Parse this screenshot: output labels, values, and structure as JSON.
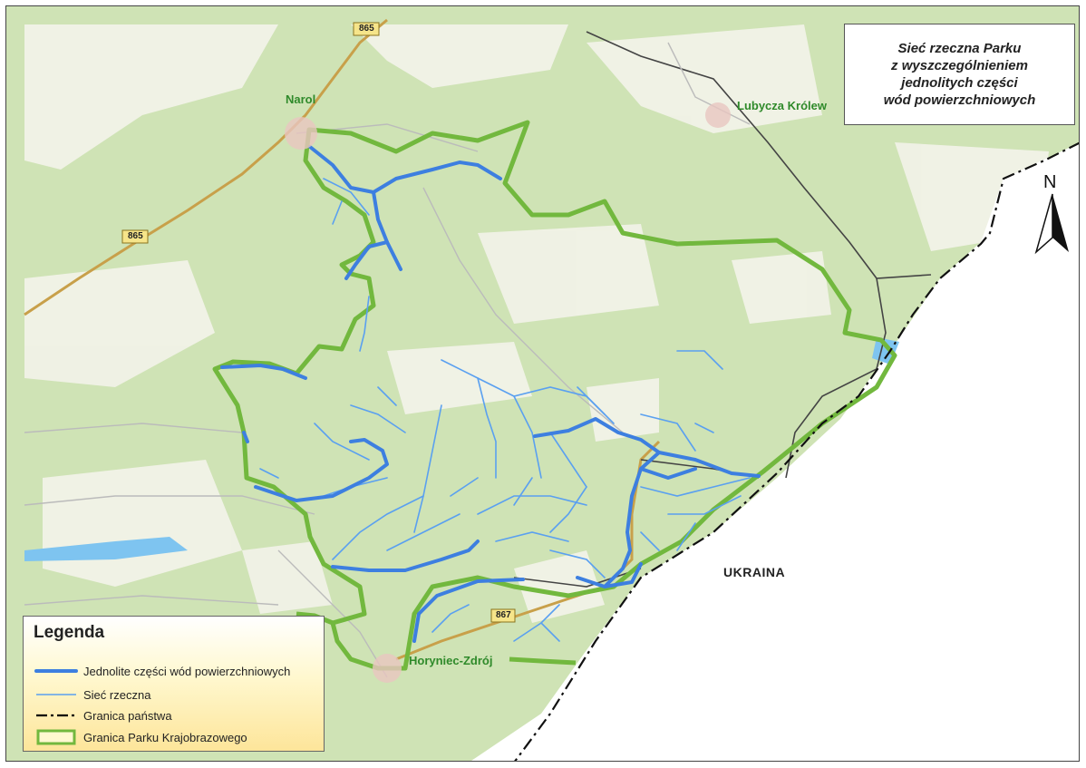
{
  "title": {
    "lines": [
      "Sieć rzeczna Parku",
      "z wyszczególnieniem",
      "jednolitych części",
      "wód powierzchniowych"
    ]
  },
  "map_labels": {
    "narol": "Narol",
    "lubycza": "Lubycza Królew",
    "horyniec": "Horyniec-Zdrój",
    "ukraina": "UKRAINA",
    "road_865": "865",
    "road_867": "867"
  },
  "north_arrow": {
    "letter": "N",
    "icon": "north-arrow-icon"
  },
  "legend": {
    "title": "Legenda",
    "items": [
      {
        "label": "Jednolite części wód powierzchniowych",
        "symbol": "thick-blue-line",
        "color": "#3d7fe0"
      },
      {
        "label": "Sieć rzeczna",
        "symbol": "thin-blue-line",
        "color": "#5aa0f0"
      },
      {
        "label": "Granica państwa",
        "symbol": "dash-dot-line",
        "color": "#000000"
      },
      {
        "label": "Granica Parku Krajobrazowego",
        "symbol": "green-outlined-box",
        "color": "#72b83e"
      }
    ]
  },
  "colors": {
    "forest": "#cfe3b5",
    "open_land": "#f4f4ee",
    "park_boundary": "#72b83e",
    "water_body": "#3d7fe0",
    "river": "#5aa0f0",
    "road_865": "#c8a04a",
    "road_867": "#c8a04a",
    "ukraine": "#ffffff"
  }
}
